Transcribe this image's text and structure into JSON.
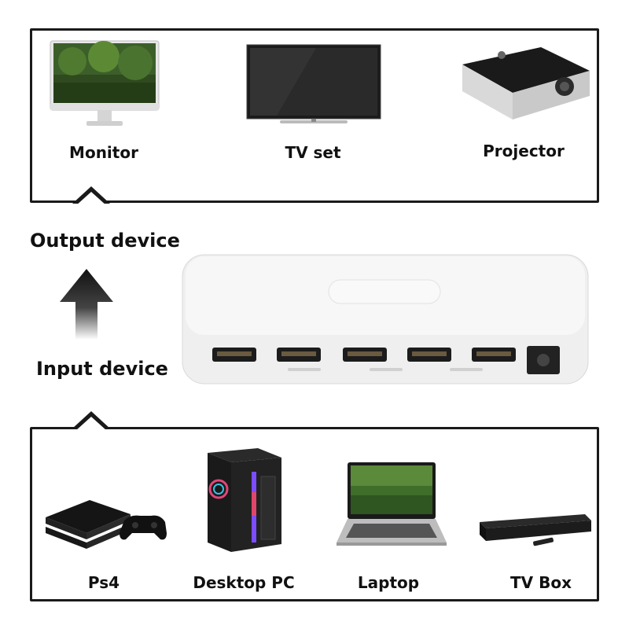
{
  "top_panel": {
    "items": [
      {
        "label": "Monitor",
        "icon": "monitor-icon"
      },
      {
        "label": "TV set",
        "icon": "tv-icon"
      },
      {
        "label": "Projector",
        "icon": "projector-icon"
      }
    ]
  },
  "middle": {
    "output_label": "Output device",
    "input_label": "Input device",
    "device_icon": "hdmi-switch-icon",
    "arrow_icon": "arrow-up-icon"
  },
  "bottom_panel": {
    "items": [
      {
        "label": "Ps4",
        "icon": "console-icon"
      },
      {
        "label": "Desktop PC",
        "icon": "desktop-pc-icon"
      },
      {
        "label": "Laptop",
        "icon": "laptop-icon"
      },
      {
        "label": "TV Box",
        "icon": "tv-box-icon"
      }
    ]
  },
  "colors": {
    "frame": "#1a1a1a",
    "grass_green": "#4a8a2a",
    "device_body": "#f2f2f2"
  }
}
